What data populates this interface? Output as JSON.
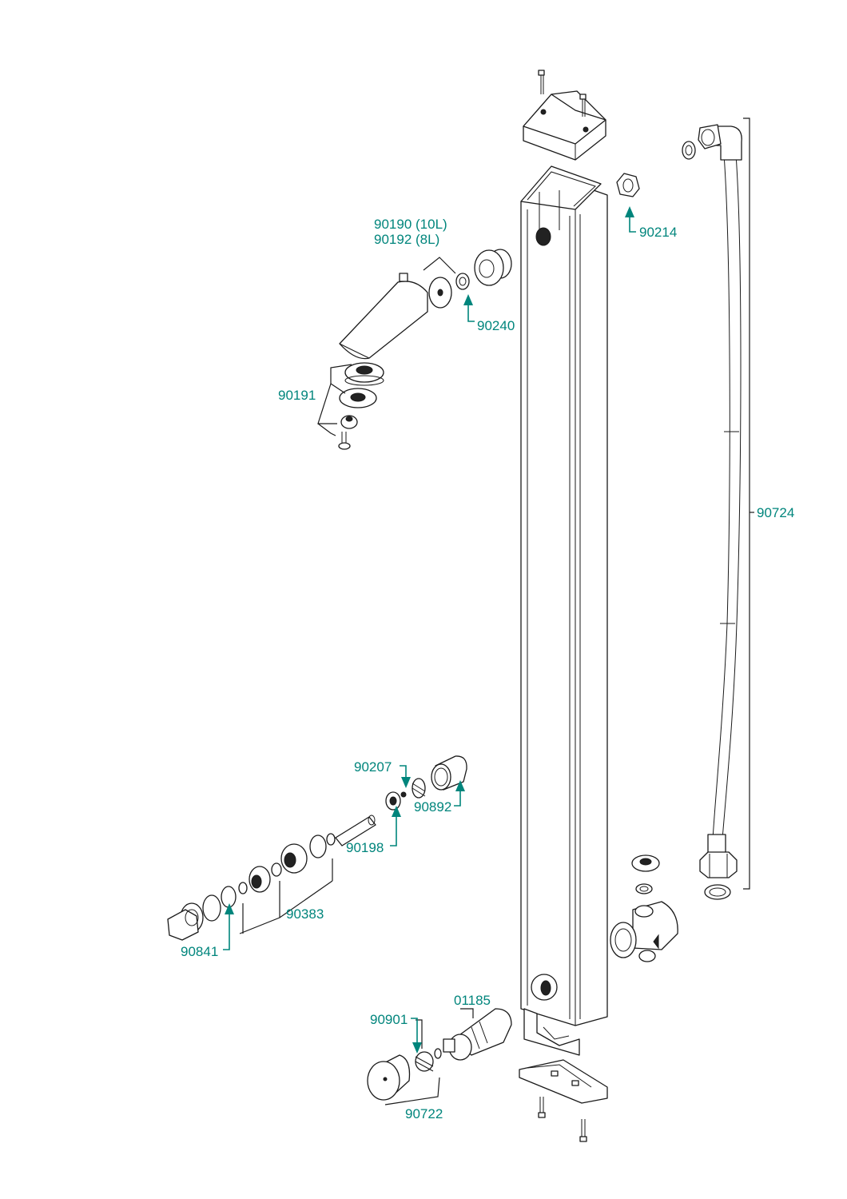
{
  "labels": {
    "p90190": "90190 (10L)",
    "p90192": "90192 (8L)",
    "p90240": "90240",
    "p90191": "90191",
    "p90214": "90214",
    "p90724": "90724",
    "p90207": "90207",
    "p90892": "90892",
    "p90198": "90198",
    "p90383": "90383",
    "p90841": "90841",
    "p01185": "01185",
    "p90901": "90901",
    "p90722": "90722"
  },
  "colors": {
    "label": "#00857c",
    "line": "#1a1a1a",
    "fill": "#ffffff"
  }
}
